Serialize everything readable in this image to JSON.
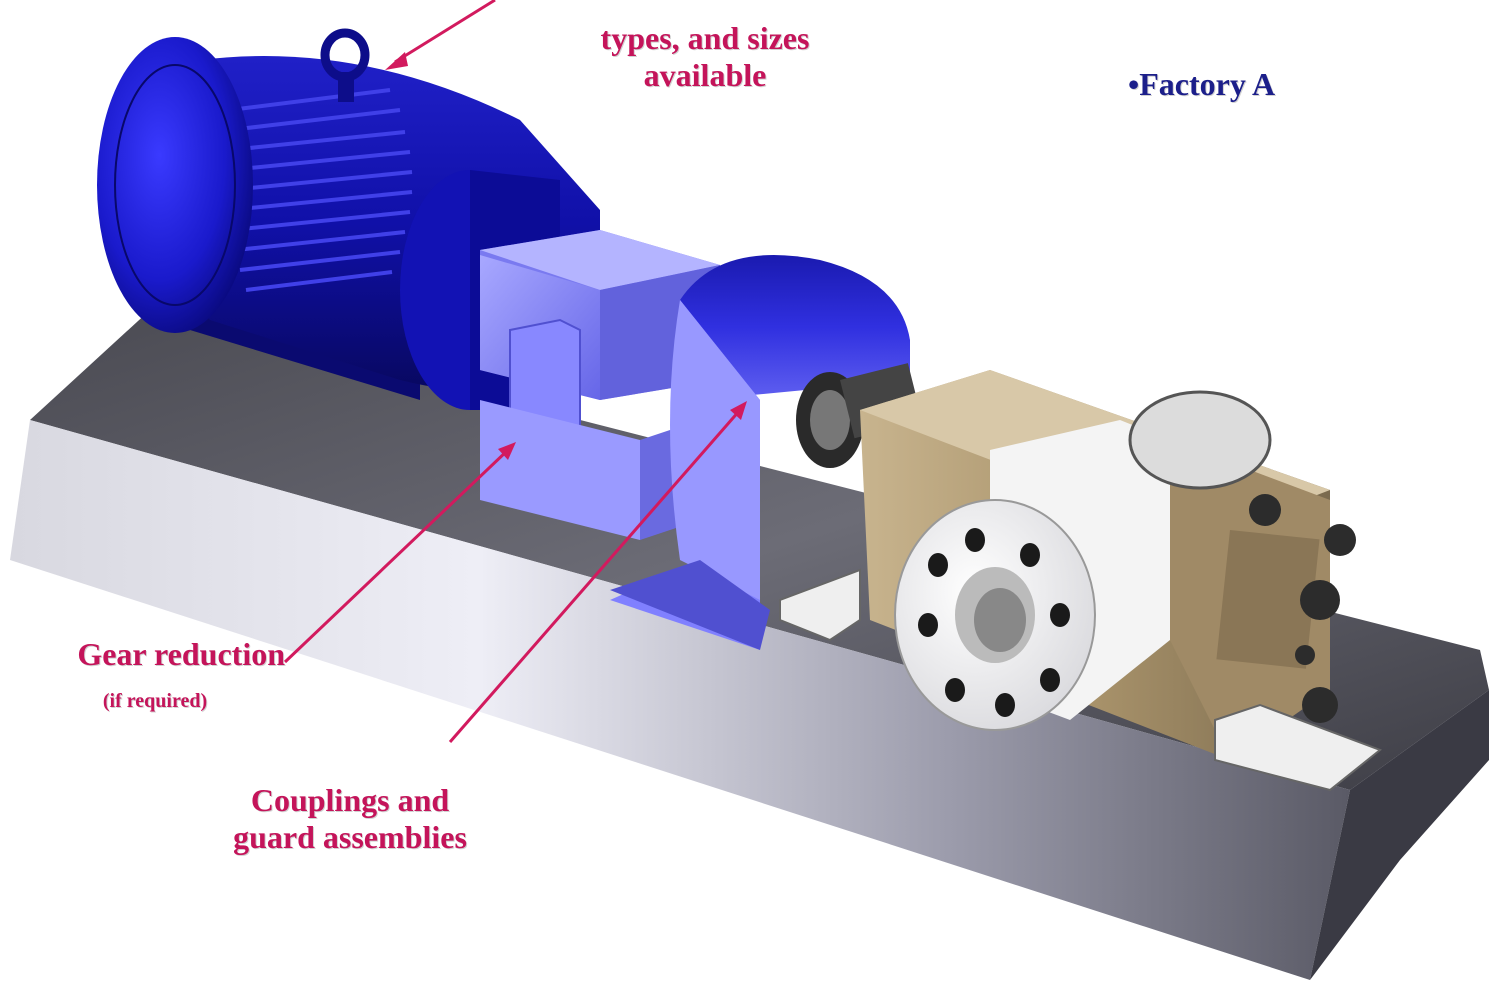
{
  "labels": {
    "motor_line1": "types, and sizes",
    "motor_line2": "available",
    "gear_reduction": "Gear reduction",
    "gear_reduction_note": "(if required)",
    "couplings_line1": "Couplings and",
    "couplings_line2": "guard assemblies",
    "factory_bullet": "•Factory A"
  },
  "colors": {
    "label_pink": "#c4145a",
    "label_navy": "#1c1f8a",
    "motor_blue": "#1a1acc",
    "gearbox_blue": "#8c8cff",
    "pump_tan": "#b8a27c",
    "base_grey": "#9a9aa8"
  }
}
